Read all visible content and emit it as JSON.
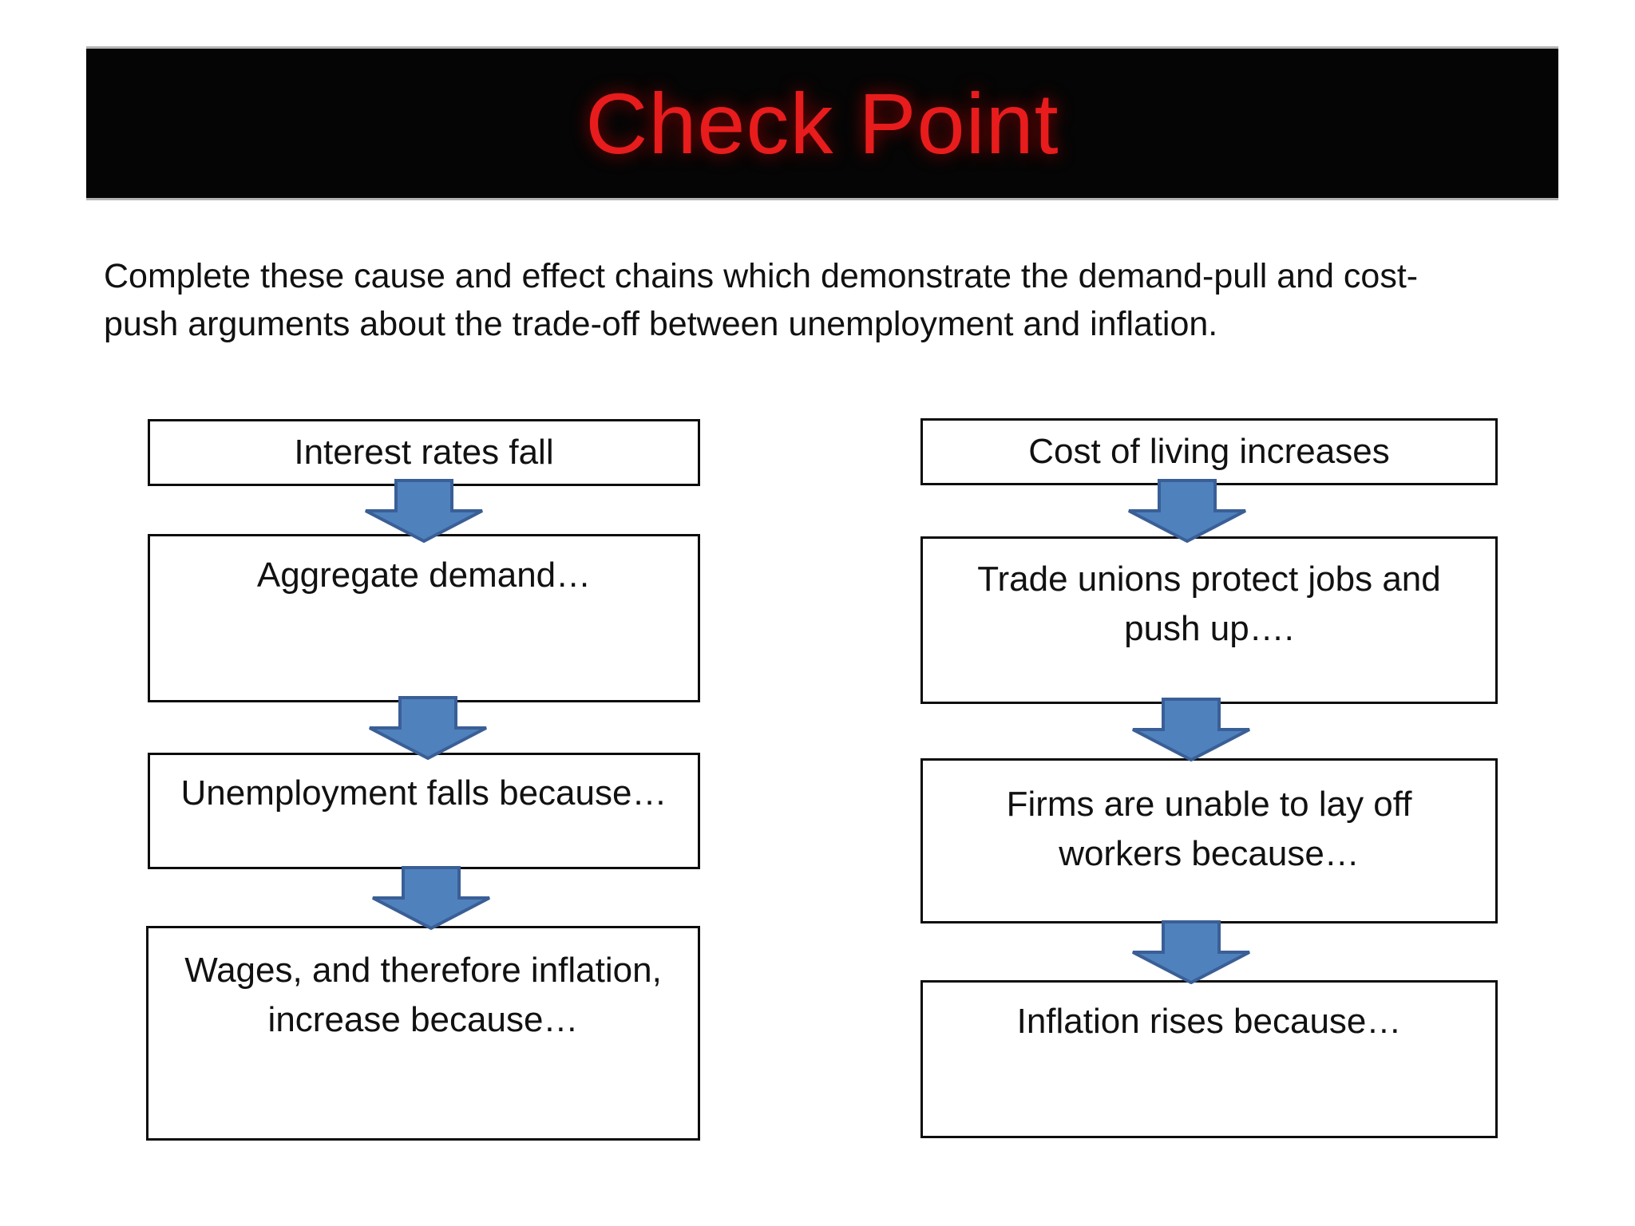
{
  "title": "Check Point",
  "instruction": {
    "line1": "Complete these cause and effect chains which demonstrate the demand-pull and cost-",
    "line2": "push arguments about the trade-off between unemployment and inflation."
  },
  "left_chain": {
    "boxes": [
      {
        "lines": [
          "Interest rates fall"
        ]
      },
      {
        "lines": [
          "Aggregate demand…"
        ]
      },
      {
        "lines": [
          "Unemployment falls because…"
        ]
      },
      {
        "lines": [
          "Wages, and therefore inflation,",
          "increase because…"
        ]
      }
    ]
  },
  "right_chain": {
    "boxes": [
      {
        "lines": [
          "Cost of living increases"
        ]
      },
      {
        "lines": [
          "Trade unions protect jobs and",
          "push up…."
        ]
      },
      {
        "lines": [
          "Firms are unable to lay off",
          "workers because…"
        ]
      },
      {
        "lines": [
          "Inflation rises because…"
        ]
      }
    ]
  },
  "icons": {
    "down_arrow": "block-down-arrow"
  },
  "colors": {
    "title_red": "#e81c1c",
    "banner_black": "#050505",
    "arrow_fill": "#4f81bd",
    "arrow_stroke": "#3a5f96",
    "box_border": "#0d0d0d"
  }
}
